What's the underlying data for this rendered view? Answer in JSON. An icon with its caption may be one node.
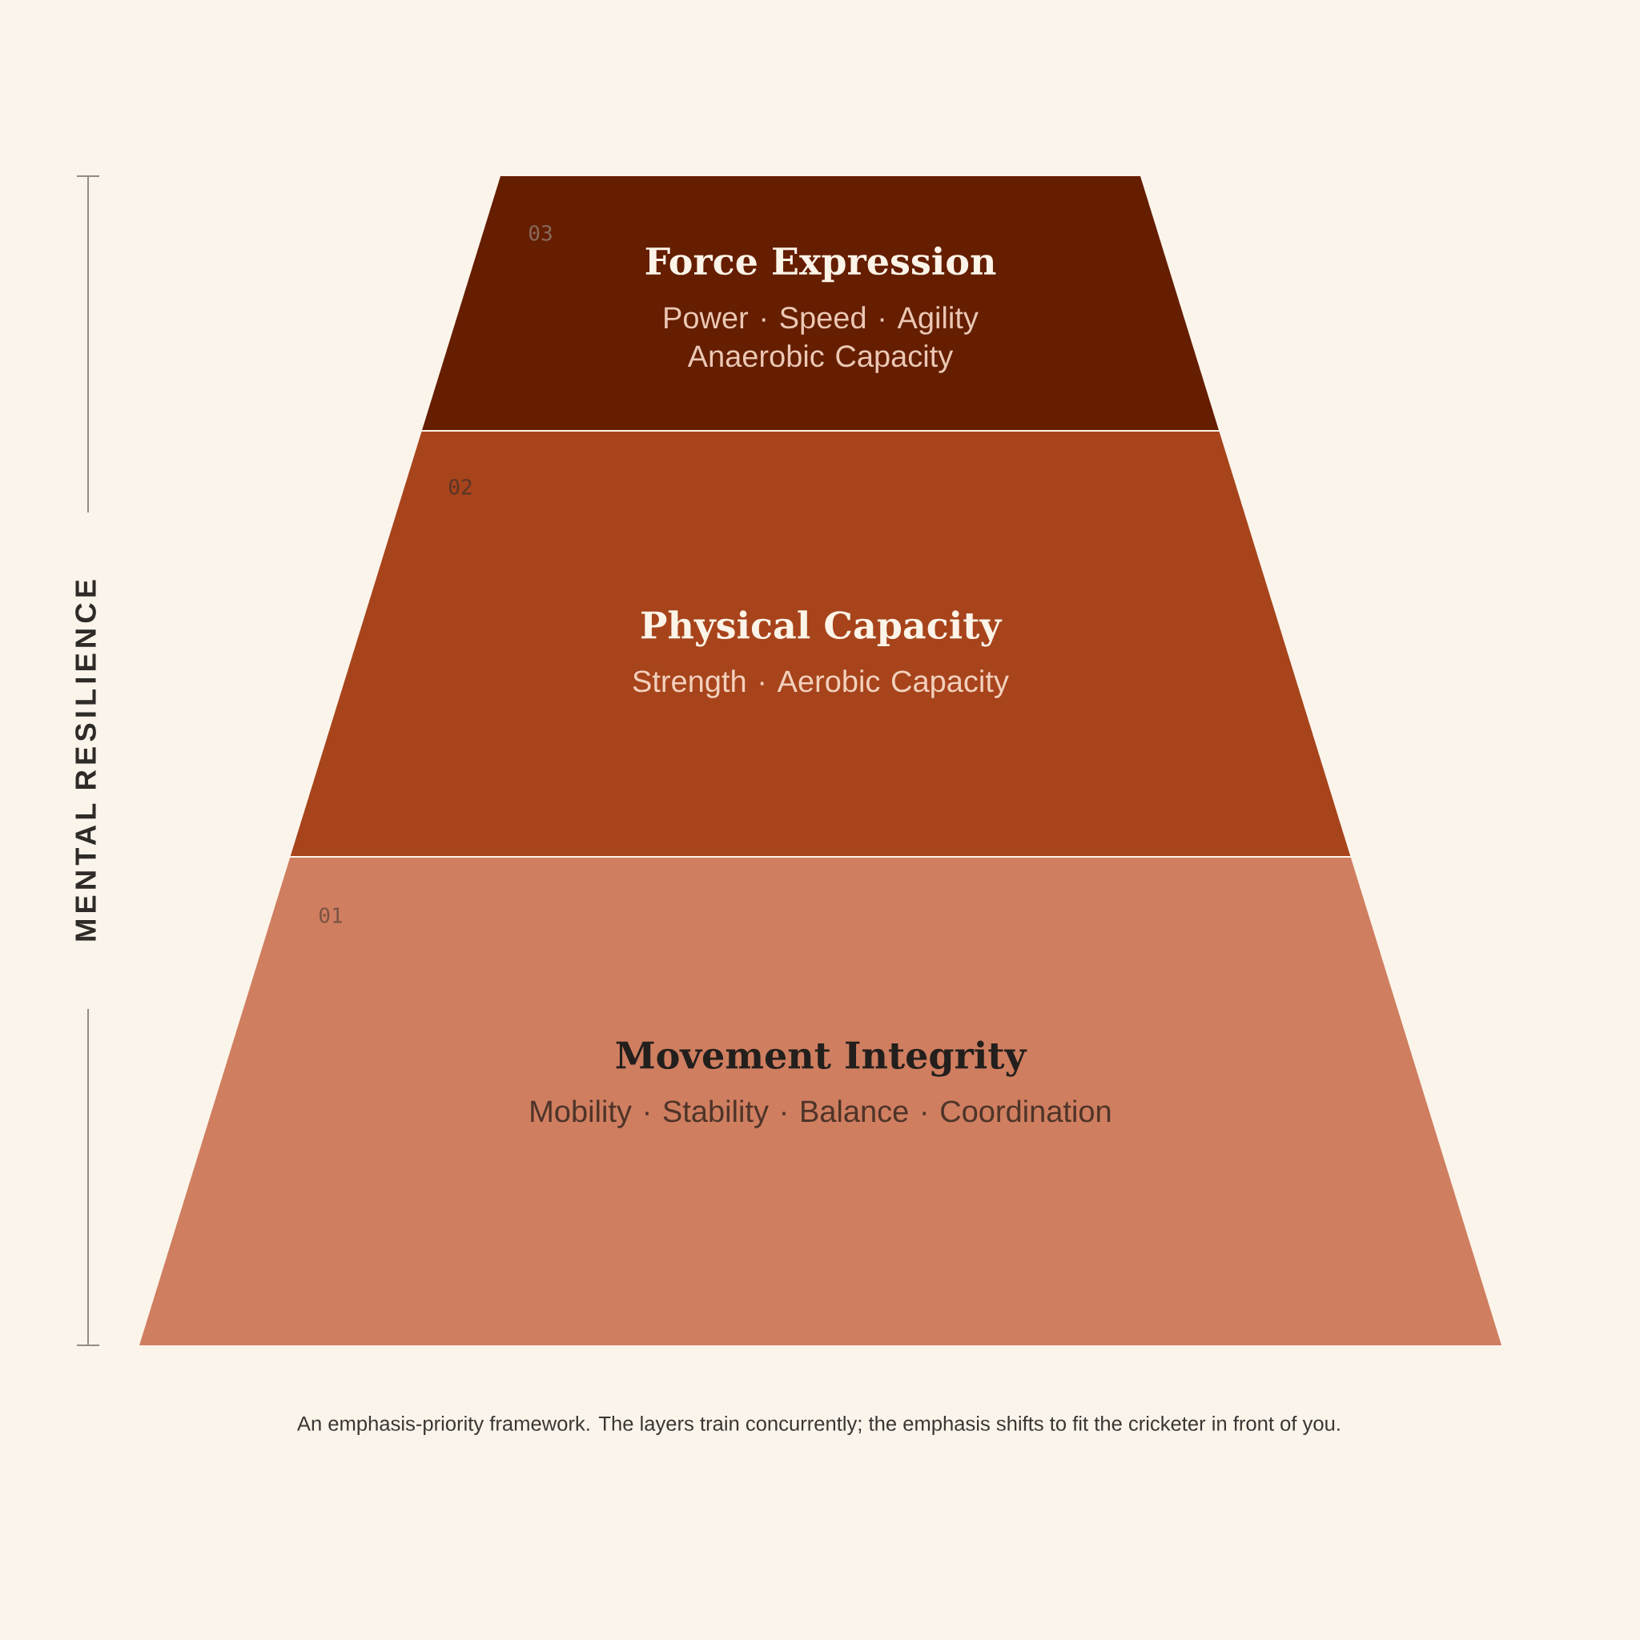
{
  "diagram": {
    "caption": "An emphasis-priority framework. The layers train concurrently; the emphasis shifts to fit the cricketer in front of you.",
    "nodes": [
      {
        "text": [
          "03",
          "Force Expression",
          "Power · Speed · Agility Anaerobic Capacity"
        ]
      },
      {
        "text": [
          "02",
          "Physical Capacity",
          "Strength · Aerobic Capacity"
        ]
      },
      {
        "text": [
          "01",
          "Movement Integrity",
          "Mobility · Stability · Balance · Coordination"
        ]
      }
    ],
    "labels": [
      "MENTAL RESILIENCE"
    ]
  }
}
